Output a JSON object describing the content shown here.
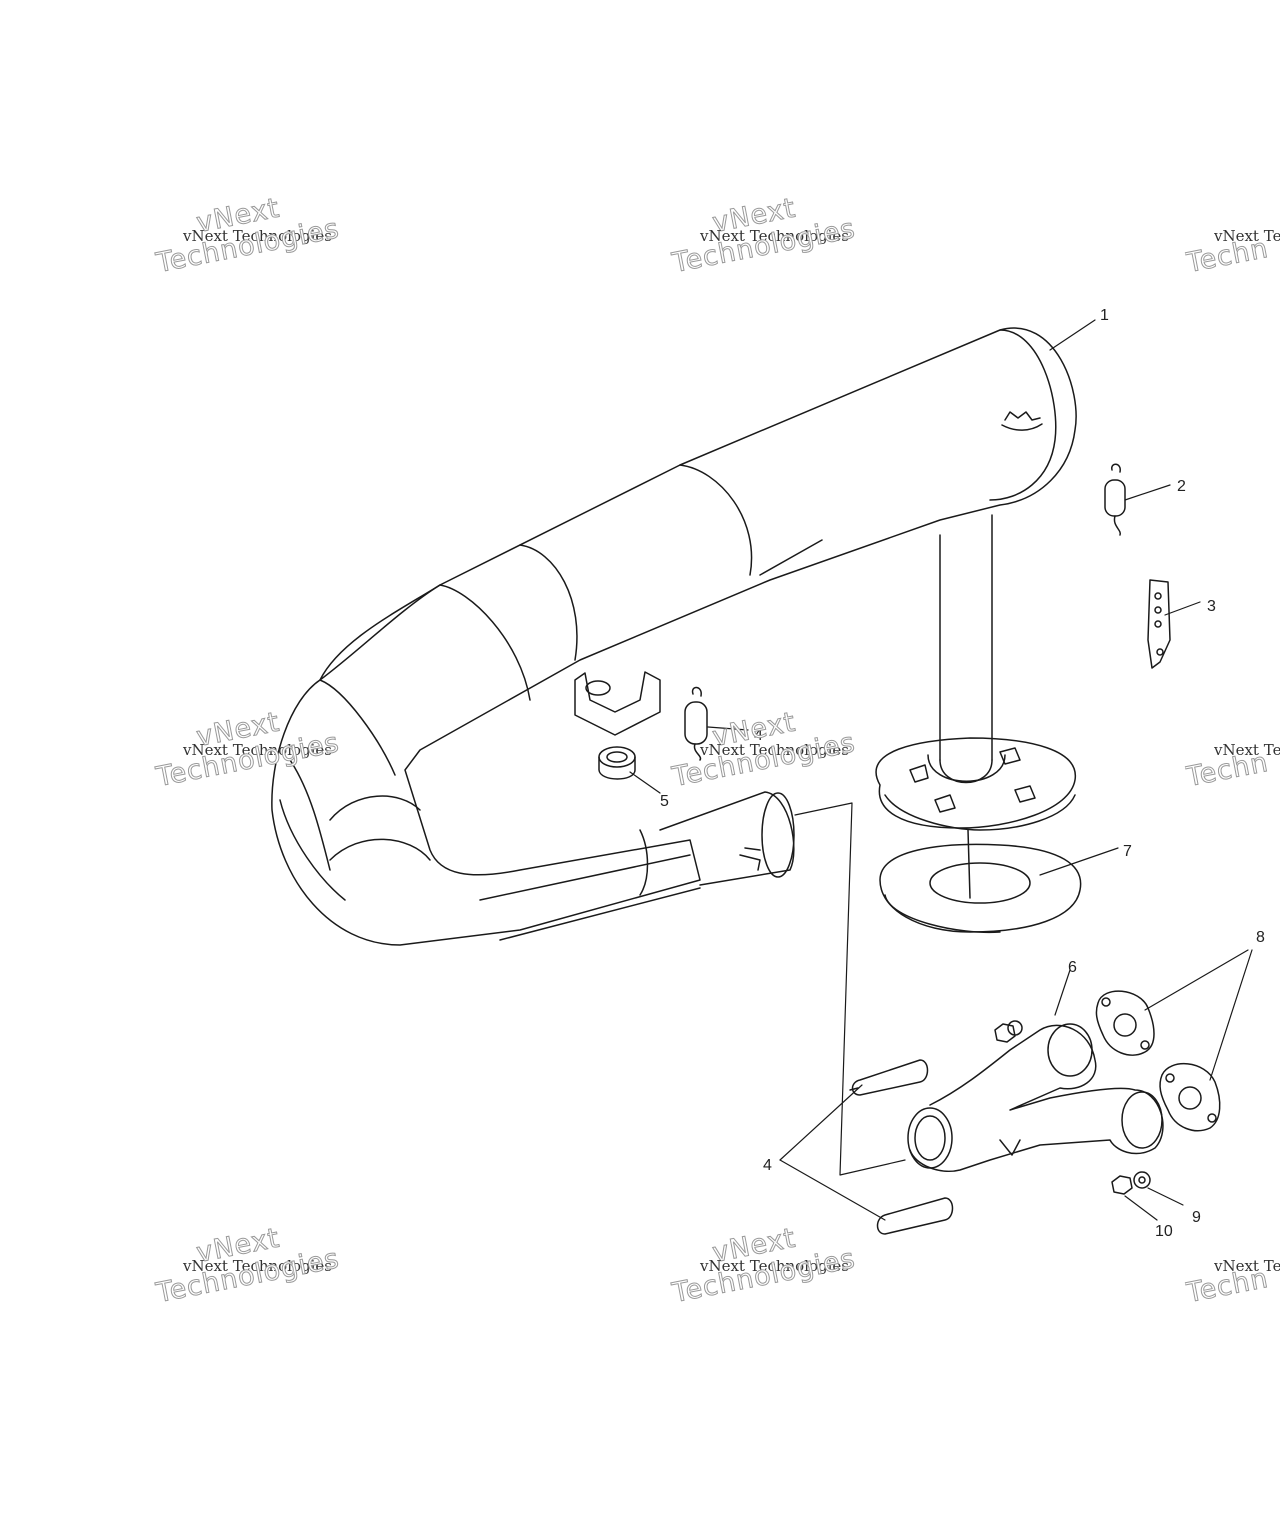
{
  "diagram": {
    "callouts": {
      "c1": "1",
      "c2": "2",
      "c3": "3",
      "c4a": "4",
      "c4b": "4",
      "c5": "5",
      "c6": "6",
      "c7": "7",
      "c8": "8",
      "c9": "9",
      "c10": "10"
    }
  },
  "watermark": {
    "line": "vNext Technologies",
    "big_top": "vNext",
    "big_bottom": "Technologies"
  },
  "colors": {
    "line": "#1a1a1a",
    "watermark": "#9a9a9a"
  }
}
